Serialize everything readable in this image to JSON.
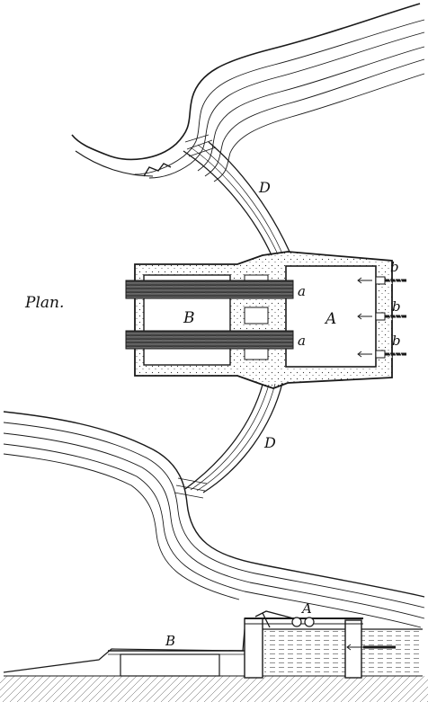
{
  "figure": {
    "plan_title": "Plan.",
    "labels": {
      "basin_A": "A",
      "basin_B": "B",
      "dam_upper": "D",
      "dam_lower": "D",
      "opening_a_upper": "a",
      "opening_a_lower": "a",
      "inlet_b_1": "b",
      "inlet_b_2": "b",
      "inlet_b_3": "b",
      "section_A": "A",
      "section_B": "B"
    },
    "colors": {
      "ink": "#1a1a1a",
      "paper": "#ffffff"
    }
  }
}
